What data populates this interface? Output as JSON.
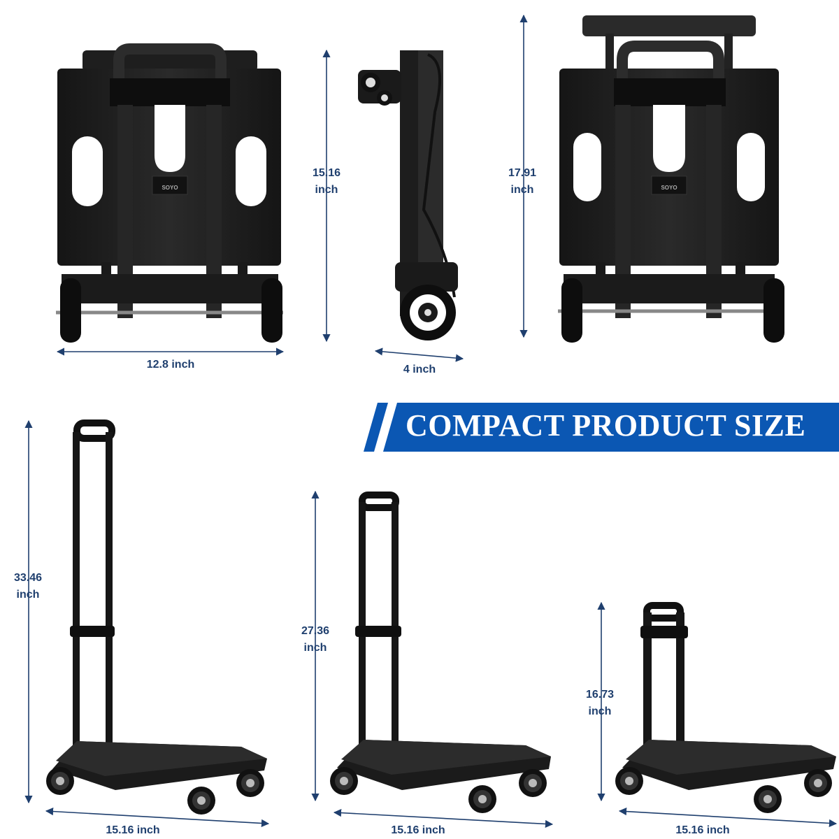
{
  "banner": {
    "title": "COMPACT PRODUCT SIZE",
    "color": "#0b57b3"
  },
  "brand": {
    "logo_text": "SOYO"
  },
  "colors": {
    "dimension_line": "#1f3f6e",
    "product": "#1b1b1b"
  },
  "views": {
    "folded_front": {
      "width_label": "12.8 inch",
      "height_label": "15.16\ninch"
    },
    "folded_side": {
      "depth_label": "4 inch"
    },
    "folded_back": {
      "height_label": "17.91\ninch"
    },
    "extended_tall": {
      "height_label": "33.46\ninch",
      "width_label": "15.16 inch"
    },
    "extended_mid": {
      "height_label": "27.36\ninch",
      "width_label": "15.16 inch"
    },
    "extended_short": {
      "height_label": "16.73\ninch",
      "width_label": "15.16 inch"
    }
  }
}
